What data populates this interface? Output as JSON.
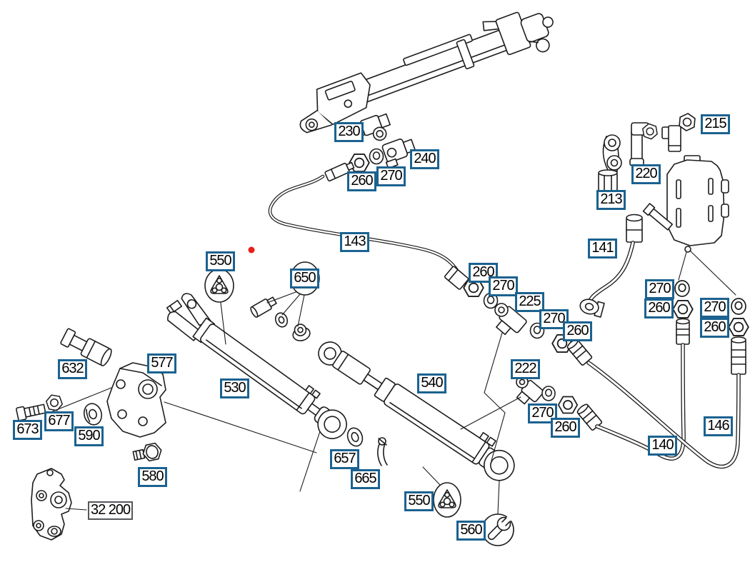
{
  "diagram": {
    "colors": {
      "background": "#ffffff",
      "line": "#1c1c1c",
      "part_label_border": "#1b6290",
      "reference_label_border": "#55585c",
      "marker_dot": "#e8201a"
    },
    "icons": {
      "wrench": "wrench-icon",
      "mounting_plate": "triangle-plate-icon"
    },
    "labels": [
      {
        "text": "230",
        "style": "part"
      },
      {
        "text": "240",
        "style": "part"
      },
      {
        "text": "260",
        "style": "part"
      },
      {
        "text": "270",
        "style": "part"
      },
      {
        "text": "143",
        "style": "part"
      },
      {
        "text": "215",
        "style": "part"
      },
      {
        "text": "220",
        "style": "part"
      },
      {
        "text": "213",
        "style": "part"
      },
      {
        "text": "141",
        "style": "part"
      },
      {
        "text": "270",
        "style": "part"
      },
      {
        "text": "260",
        "style": "part"
      },
      {
        "text": "270",
        "style": "part"
      },
      {
        "text": "260",
        "style": "part"
      },
      {
        "text": "146",
        "style": "part"
      },
      {
        "text": "140",
        "style": "part"
      },
      {
        "text": "260",
        "style": "part"
      },
      {
        "text": "270",
        "style": "part"
      },
      {
        "text": "225",
        "style": "part"
      },
      {
        "text": "270",
        "style": "part"
      },
      {
        "text": "260",
        "style": "part"
      },
      {
        "text": "222",
        "style": "part"
      },
      {
        "text": "270",
        "style": "part"
      },
      {
        "text": "260",
        "style": "part"
      },
      {
        "text": "540",
        "style": "part"
      },
      {
        "text": "530",
        "style": "part"
      },
      {
        "text": "550",
        "style": "part"
      },
      {
        "text": "650",
        "style": "part"
      },
      {
        "text": "632",
        "style": "part"
      },
      {
        "text": "577",
        "style": "part"
      },
      {
        "text": "673",
        "style": "part"
      },
      {
        "text": "677",
        "style": "part"
      },
      {
        "text": "590",
        "style": "part"
      },
      {
        "text": "580",
        "style": "part"
      },
      {
        "text": "32 200",
        "style": "reference"
      },
      {
        "text": "657",
        "style": "part"
      },
      {
        "text": "665",
        "style": "part"
      },
      {
        "text": "550",
        "style": "part"
      },
      {
        "text": "560",
        "style": "part"
      }
    ]
  }
}
